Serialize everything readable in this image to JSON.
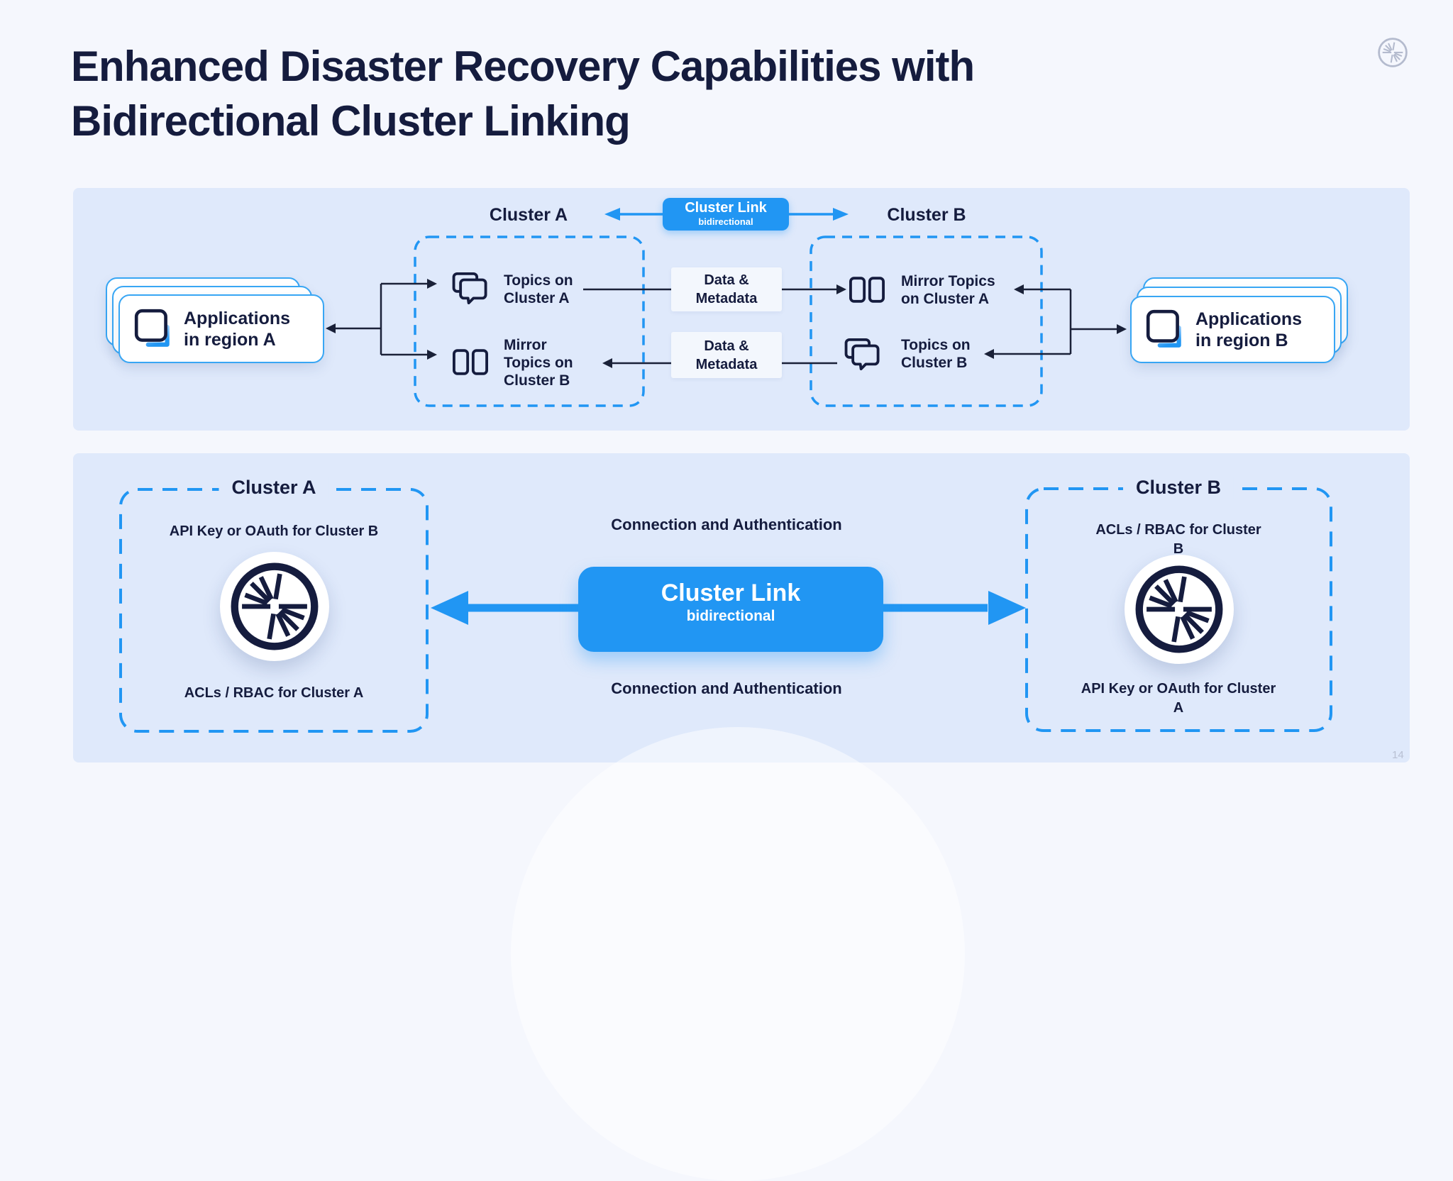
{
  "slide": {
    "title": "Enhanced Disaster Recovery Capabilities with\nBidirectional Cluster Linking",
    "page_number": "14"
  },
  "top_diagram": {
    "cluster_a_label": "Cluster A",
    "cluster_b_label": "Cluster B",
    "badge": {
      "title": "Cluster Link",
      "subtitle": "bidirectional"
    },
    "apps_region_a": "Applications\nin region A",
    "apps_region_b": "Applications\nin region B",
    "box_a_row1": "Topics on\nCluster A",
    "box_a_row2": "Mirror\nTopics on\nCluster B",
    "box_b_row1": "Mirror Topics\non Cluster A",
    "box_b_row2": "Topics on\nCluster B",
    "data_boxes": [
      "Data &\nMetadata",
      "Data &\nMetadata"
    ]
  },
  "bottom_diagram": {
    "cluster_a_title": "Cluster A",
    "cluster_a_top": "API Key or OAuth for Cluster B",
    "cluster_a_bottom": "ACLs / RBAC for Cluster A",
    "cluster_b_title": "Cluster B",
    "cluster_b_top": "ACLs / RBAC for Cluster\nB",
    "cluster_b_bottom": "API Key or OAuth for Cluster\nA",
    "connection_top": "Connection and Authentication",
    "connection_bottom": "Connection and Authentication",
    "link_box": {
      "title": "Cluster Link",
      "subtitle": "bidirectional"
    }
  },
  "icons": {
    "confluent_logo": "confluent-starburst",
    "topics": "chat-bubbles",
    "mirror_topics": "mirrored-panels",
    "applications": "stacked-app-window"
  },
  "colors": {
    "accent": "#2196f3",
    "panel-bg": "#dfe9fb",
    "page-bg": "#f5f7fd",
    "navy": "#151c3e",
    "line": "#1a2138",
    "data-box-bg": "#f3f7fd",
    "card-border": "#38a6f4",
    "muted": "#b4bbce",
    "pgnum": "#b9c0d3"
  }
}
